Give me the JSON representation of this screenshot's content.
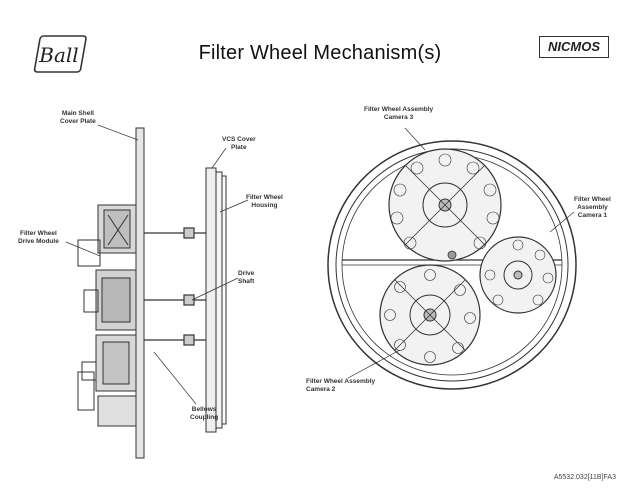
{
  "header": {
    "title": "Filter Wheel Mechanism(s)",
    "badge": "NICMOS",
    "logo_text": "Ball"
  },
  "labels": {
    "main_shell_1": "Main Shell",
    "main_shell_2": "Cover Plate",
    "vcs_cover_1": "VCS Cover",
    "vcs_cover_2": "Plate",
    "fw_housing_1": "Filter Wheel",
    "fw_housing_2": "Housing",
    "fw_drive_1": "Filter Wheel",
    "fw_drive_2": "Drive Module",
    "drive_shaft_1": "Drive",
    "drive_shaft_2": "Shaft",
    "bellows_1": "Bellows",
    "bellows_2": "Coupling",
    "cam3_1": "Filter Wheel Assembly",
    "cam3_2": "Camera 3",
    "cam1_1": "Filter Wheel",
    "cam1_2": "Assembly",
    "cam1_3": "Camera 1",
    "cam2_1": "Filter Wheel Assembly",
    "cam2_2": "Camera 2"
  },
  "footer": {
    "doc_id": "A5532.032[11B]FA3"
  },
  "icons": {
    "logo": "ball-logo-icon"
  }
}
